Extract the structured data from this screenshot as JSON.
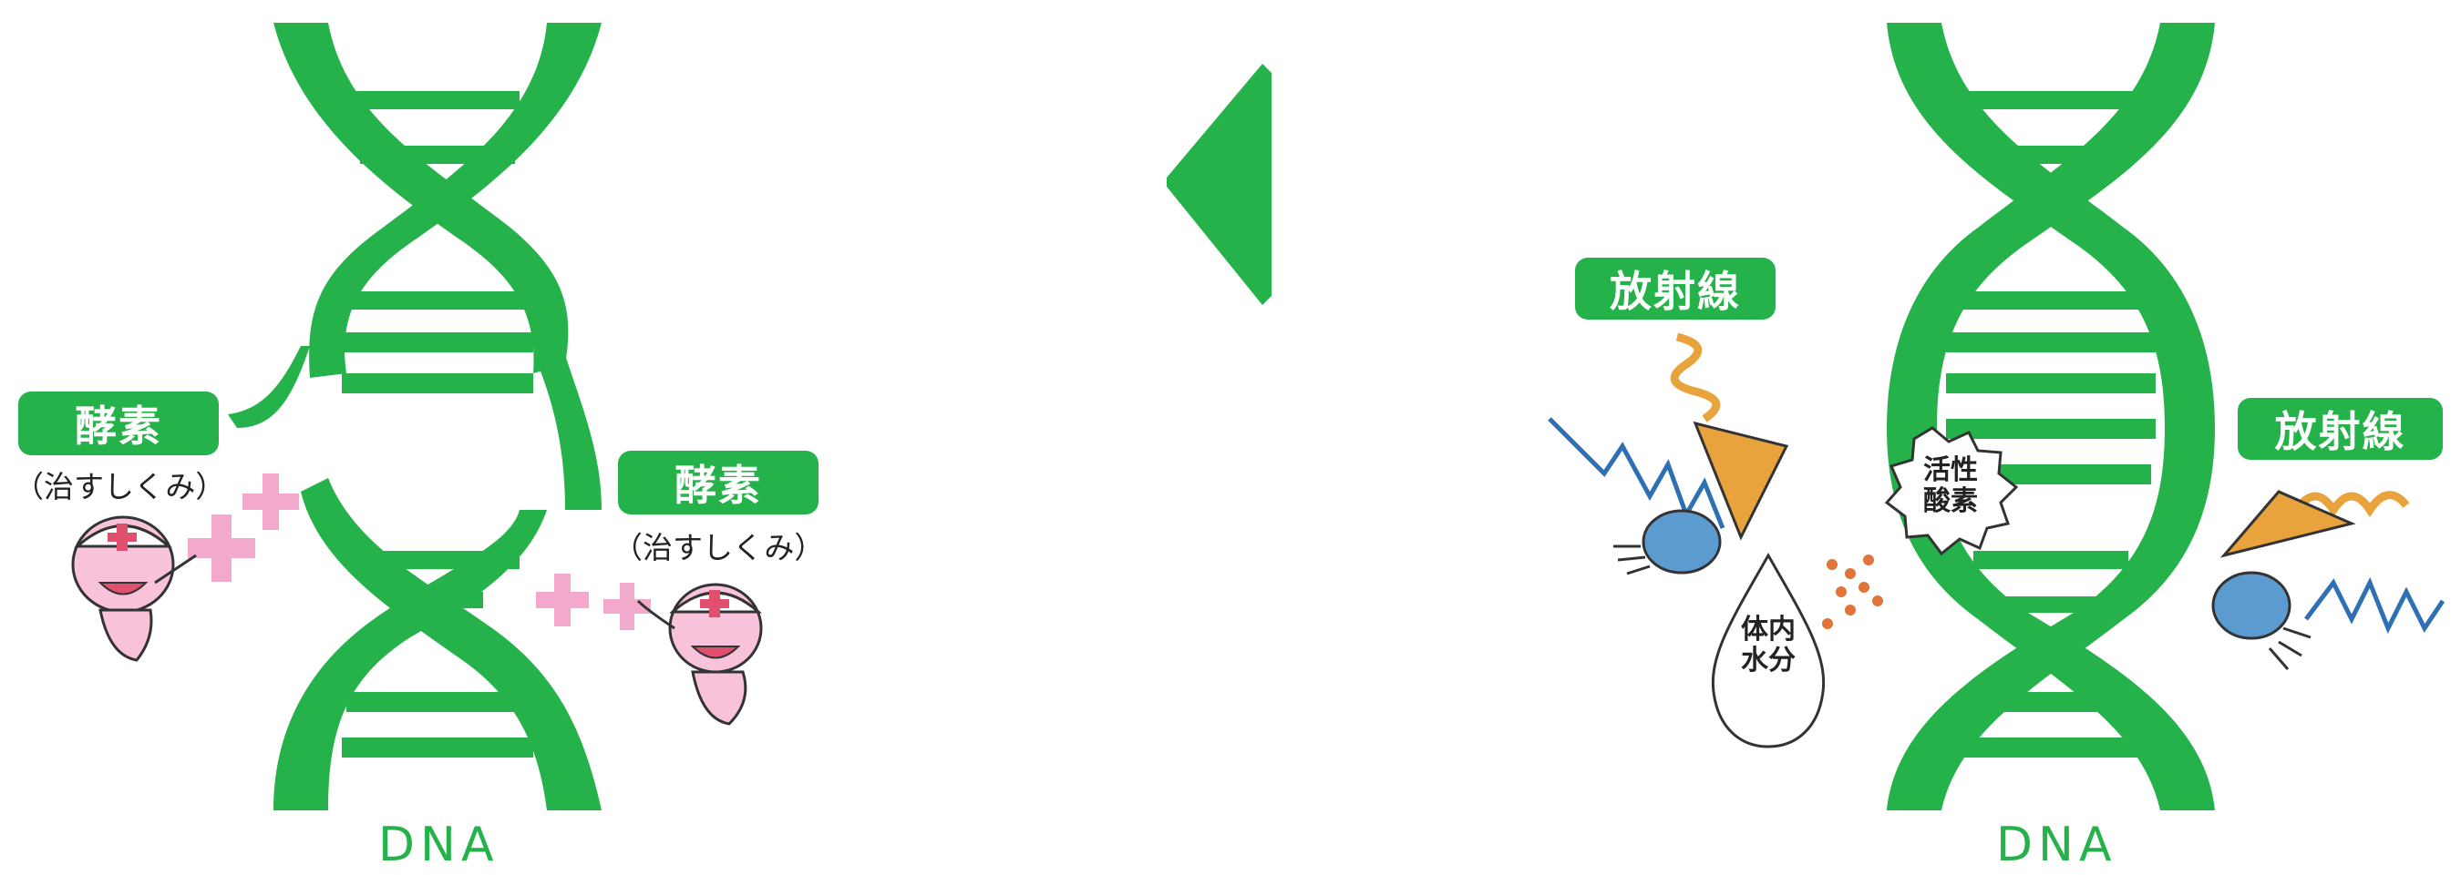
{
  "colors": {
    "dna_green": "#25b24a",
    "enzyme_pink": "#f2a9cc",
    "radiation_orange": "#e8a33c",
    "radiation_blue": "#2f6fb3",
    "radical_dots": "#e0743a",
    "water_blue": "#5c9bd0"
  },
  "left_panel": {
    "enzyme_label_1": "酵素",
    "repair_caption_1": "（治すしくみ）",
    "enzyme_label_2": "酵素",
    "repair_caption_2": "（治すしくみ）",
    "dna_label": "DNA",
    "characters": [
      "nurse-enzyme-character",
      "nurse-enzyme-character"
    ]
  },
  "arrow": {
    "icon": "left-arrow-icon"
  },
  "right_panel": {
    "radiation_label_1": "放射線",
    "radiation_label_2": "放射線",
    "reactive_oxygen_label": "活性\n酸素",
    "body_water_label": "体内\n水分",
    "dna_label": "DNA"
  }
}
